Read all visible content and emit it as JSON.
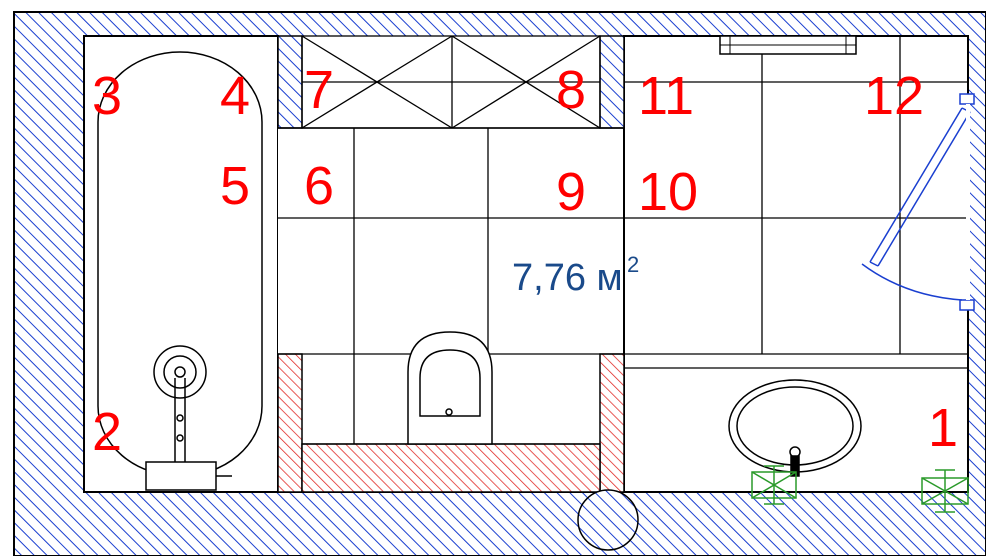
{
  "plan": {
    "area_value": "7,76 м",
    "area_sup": "2",
    "labels": [
      "1",
      "2",
      "3",
      "4",
      "5",
      "6",
      "7",
      "8",
      "9",
      "10",
      "11",
      "12"
    ]
  },
  "colors": {
    "wall_hatch": "#1a3fd0",
    "red_hatch": "#e0201c",
    "label": "#ff0000",
    "area_text": "#1a4a8a",
    "door": "#1a3fd0",
    "valve": "#2a9a2a",
    "line": "#000000"
  },
  "icons": {
    "bathtub": "bathtub-icon",
    "toilet": "toilet-icon",
    "sink": "sink-icon",
    "door": "door-swing-icon",
    "valve": "valve-icon",
    "drain": "drain-circle-icon"
  }
}
